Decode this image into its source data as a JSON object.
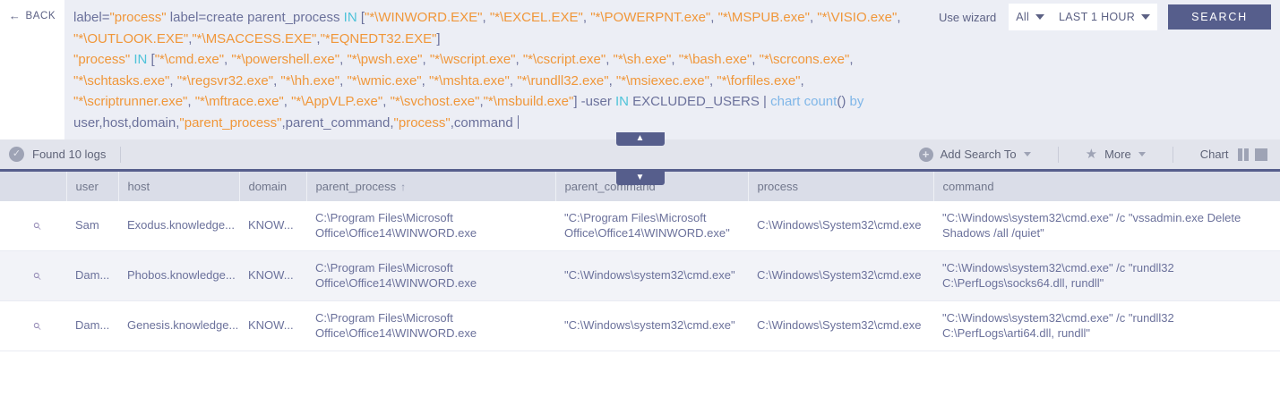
{
  "header": {
    "back_label": "BACK",
    "back_icon": "arrow-left-icon",
    "use_wizard_label": "Use wizard",
    "scope_value": "All",
    "time_range_value": "LAST 1 HOUR",
    "search_label": "SEARCH",
    "collapse_icon": "chevron-double-up-icon"
  },
  "query": {
    "tokens": [
      {
        "t": "label=",
        "c": "plain"
      },
      {
        "t": "\"process\"",
        "c": "str"
      },
      {
        "t": " label=create parent_process ",
        "c": "plain"
      },
      {
        "t": "IN",
        "c": "kw"
      },
      {
        "t": " [",
        "c": "plain"
      },
      {
        "t": "\"*\\WINWORD.EXE\"",
        "c": "str"
      },
      {
        "t": ", ",
        "c": "plain"
      },
      {
        "t": "\"*\\EXCEL.EXE\"",
        "c": "str"
      },
      {
        "t": ", ",
        "c": "plain"
      },
      {
        "t": "\"*\\POWERPNT.exe\"",
        "c": "str"
      },
      {
        "t": ", ",
        "c": "plain"
      },
      {
        "t": "\"*\\MSPUB.exe\"",
        "c": "str"
      },
      {
        "t": ", ",
        "c": "plain"
      },
      {
        "t": "\"*\\VISIO.exe\"",
        "c": "str"
      },
      {
        "t": ",",
        "c": "plain"
      },
      {
        "t": "BR",
        "c": "br"
      },
      {
        "t": "\"*\\OUTLOOK.EXE\"",
        "c": "str"
      },
      {
        "t": ",",
        "c": "plain"
      },
      {
        "t": "\"*\\MSACCESS.EXE\"",
        "c": "str"
      },
      {
        "t": ",",
        "c": "plain"
      },
      {
        "t": "\"*EQNEDT32.EXE\"",
        "c": "str"
      },
      {
        "t": "]",
        "c": "plain"
      },
      {
        "t": "BR",
        "c": "br"
      },
      {
        "t": "\"process\"",
        "c": "str"
      },
      {
        "t": " ",
        "c": "plain"
      },
      {
        "t": "IN",
        "c": "kw"
      },
      {
        "t": " [",
        "c": "plain"
      },
      {
        "t": "\"*\\cmd.exe\"",
        "c": "str"
      },
      {
        "t": ", ",
        "c": "plain"
      },
      {
        "t": "\"*\\powershell.exe\"",
        "c": "str"
      },
      {
        "t": ", ",
        "c": "plain"
      },
      {
        "t": "\"*\\pwsh.exe\"",
        "c": "str"
      },
      {
        "t": ", ",
        "c": "plain"
      },
      {
        "t": "\"*\\wscript.exe\"",
        "c": "str"
      },
      {
        "t": ", ",
        "c": "plain"
      },
      {
        "t": "\"*\\cscript.exe\"",
        "c": "str"
      },
      {
        "t": ", ",
        "c": "plain"
      },
      {
        "t": "\"*\\sh.exe\"",
        "c": "str"
      },
      {
        "t": ", ",
        "c": "plain"
      },
      {
        "t": "\"*\\bash.exe\"",
        "c": "str"
      },
      {
        "t": ", ",
        "c": "plain"
      },
      {
        "t": "\"*\\scrcons.exe\"",
        "c": "str"
      },
      {
        "t": ",",
        "c": "plain"
      },
      {
        "t": "BR",
        "c": "br"
      },
      {
        "t": "\"*\\schtasks.exe\"",
        "c": "str"
      },
      {
        "t": ", ",
        "c": "plain"
      },
      {
        "t": "\"*\\regsvr32.exe\"",
        "c": "str"
      },
      {
        "t": ", ",
        "c": "plain"
      },
      {
        "t": "\"*\\hh.exe\"",
        "c": "str"
      },
      {
        "t": ", ",
        "c": "plain"
      },
      {
        "t": "\"*\\wmic.exe\"",
        "c": "str"
      },
      {
        "t": ", ",
        "c": "plain"
      },
      {
        "t": "\"*\\mshta.exe\"",
        "c": "str"
      },
      {
        "t": ", ",
        "c": "plain"
      },
      {
        "t": "\"*\\rundll32.exe\"",
        "c": "str"
      },
      {
        "t": ", ",
        "c": "plain"
      },
      {
        "t": "\"*\\msiexec.exe\"",
        "c": "str"
      },
      {
        "t": ", ",
        "c": "plain"
      },
      {
        "t": "\"*\\forfiles.exe\"",
        "c": "str"
      },
      {
        "t": ",",
        "c": "plain"
      },
      {
        "t": "BR",
        "c": "br"
      },
      {
        "t": "\"*\\scriptrunner.exe\"",
        "c": "str"
      },
      {
        "t": ", ",
        "c": "plain"
      },
      {
        "t": "\"*\\mftrace.exe\"",
        "c": "str"
      },
      {
        "t": ", ",
        "c": "plain"
      },
      {
        "t": "\"*\\AppVLP.exe\"",
        "c": "str"
      },
      {
        "t": ", ",
        "c": "plain"
      },
      {
        "t": "\"*\\svchost.exe\"",
        "c": "str"
      },
      {
        "t": ",",
        "c": "plain"
      },
      {
        "t": "\"*\\msbuild.exe\"",
        "c": "str"
      },
      {
        "t": "] -user ",
        "c": "plain"
      },
      {
        "t": "IN",
        "c": "kw"
      },
      {
        "t": " EXCLUDED_USERS | ",
        "c": "plain"
      },
      {
        "t": "chart count",
        "c": "fn"
      },
      {
        "t": "()",
        "c": "plain"
      },
      {
        "t": " by",
        "c": "fn"
      },
      {
        "t": "BR",
        "c": "br"
      },
      {
        "t": "user,host,domain,",
        "c": "plain"
      },
      {
        "t": "\"parent_process\"",
        "c": "str"
      },
      {
        "t": ",parent_command,",
        "c": "plain"
      },
      {
        "t": "\"process\"",
        "c": "str"
      },
      {
        "t": ",command ",
        "c": "plain"
      }
    ]
  },
  "status": {
    "found_label": "Found 10 logs",
    "check_icon": "check-circle-icon",
    "add_search_to_label": "Add Search To",
    "more_label": "More",
    "chart_label": "Chart",
    "expand_icon": "chevron-double-down-icon"
  },
  "table": {
    "sort_column": "parent_process",
    "sort_direction": "asc",
    "columns": [
      {
        "key": "magnifier",
        "label": ""
      },
      {
        "key": "user",
        "label": "user"
      },
      {
        "key": "host",
        "label": "host"
      },
      {
        "key": "domain",
        "label": "domain"
      },
      {
        "key": "parent_process",
        "label": "parent_process"
      },
      {
        "key": "parent_command",
        "label": "parent_command"
      },
      {
        "key": "process",
        "label": "process"
      },
      {
        "key": "command",
        "label": "command"
      }
    ],
    "rows": [
      {
        "user": "Sam",
        "host": "Exodus.knowledge...",
        "domain": "KNOW...",
        "parent_process": "C:\\Program Files\\Microsoft Office\\Office14\\WINWORD.exe",
        "parent_command": "\"C:\\Program Files\\Microsoft Office\\Office14\\WINWORD.exe\"",
        "process": "C:\\Windows\\System32\\cmd.exe",
        "command": "\"C:\\Windows\\system32\\cmd.exe\" /c \"vssadmin.exe Delete Shadows /all /quiet\""
      },
      {
        "user": "Dam...",
        "host": "Phobos.knowledge...",
        "domain": "KNOW...",
        "parent_process": "C:\\Program Files\\Microsoft Office\\Office14\\WINWORD.exe",
        "parent_command": "\"C:\\Windows\\system32\\cmd.exe\"",
        "process": "C:\\Windows\\System32\\cmd.exe",
        "command": "\"C:\\Windows\\system32\\cmd.exe\" /c \"rundll32 C:\\PerfLogs\\socks64.dll, rundll\""
      },
      {
        "user": "Dam...",
        "host": "Genesis.knowledge...",
        "domain": "KNOW...",
        "parent_process": "C:\\Program Files\\Microsoft Office\\Office14\\WINWORD.exe",
        "parent_command": "\"C:\\Windows\\system32\\cmd.exe\"",
        "process": "C:\\Windows\\System32\\cmd.exe",
        "command": "\"C:\\Windows\\system32\\cmd.exe\" /c \"rundll32 C:\\PerfLogs\\arti64.dll, rundll\""
      }
    ],
    "row_icon": "magnifier-icon"
  },
  "colors": {
    "accent": "#565e8c",
    "query_bg": "#eceef5",
    "string_token": "#f0973a",
    "keyword_token": "#4fc3d9",
    "function_token": "#7fb6e8",
    "text": "#6b719b",
    "header_bg": "#dadde8",
    "status_bg": "#e2e4ec",
    "alt_row_bg": "#f2f3f8",
    "magnifier": "#8a7fae"
  }
}
